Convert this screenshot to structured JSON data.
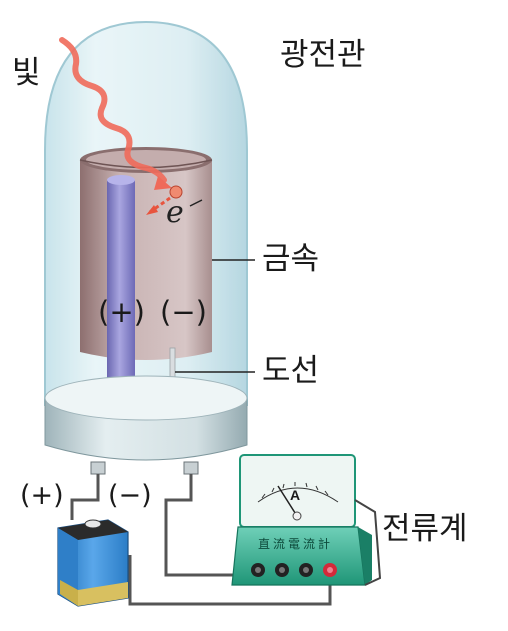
{
  "labels": {
    "light": "빛",
    "phototube": "광전관",
    "metal": "금속",
    "wire": "도선",
    "ammeter": "전류계",
    "electron": "e",
    "tube_plus": "(+)",
    "tube_minus": "(−)",
    "battery_plus": "(+)",
    "battery_minus": "(−)",
    "meter_unit": "A",
    "meter_caption": "直流電流計"
  },
  "colors": {
    "light_ray": "#ef6a5a",
    "electron_arrow": "#e8543e",
    "metal_cylinder": "#b59a9a",
    "anode_rod": "#8a86c8",
    "glass": "#cfe8ee",
    "base": "#c9d6da",
    "ammeter_body": "#2aa58a",
    "battery": "#3a8fd6"
  },
  "icons": {
    "battery": "battery-icon",
    "ammeter": "ammeter-icon",
    "electron": "electron-dot-icon"
  }
}
